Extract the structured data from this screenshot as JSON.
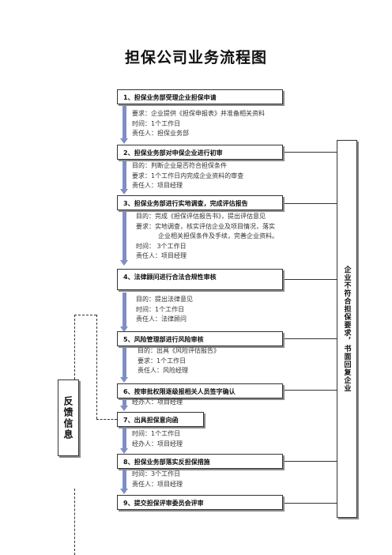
{
  "title": "担保公司业务流程图",
  "steps": [
    {
      "label": "1、担保业务部受理企业担保申请",
      "details": [
        "要求：企业提供《担保申报表》并准备相关资料",
        "时间：1个工作日",
        "责任人：担保业务部"
      ]
    },
    {
      "label": "2、担保业务部对申保企业进行初审",
      "details": [
        "目的：判断企业是否符合担保条件",
        "要求：1个工作日内完成企业资料的审查",
        "责任人：项目经理"
      ]
    },
    {
      "label": "3、担保业务部进行实地调查，完成评估报告",
      "details": [
        "目的：完成《担保评估报告书》，提出评估意见",
        "要求：实地调查，核实评估企业及项目情况，落实",
        "企业相关担保条件及手续，完善企业资料。",
        "时间：  3个工作日",
        "责任人：项目经理"
      ]
    },
    {
      "label": "4、法律顾问进行合法合规性审核",
      "details": [
        "目的：提出法律意见",
        "时间：1个工作日",
        "责任人：法律顾问"
      ]
    },
    {
      "label": "5、风险管理部进行风险审核",
      "details": [
        "目的：出具《风险评估报告》",
        "要求：1个工作日",
        "责任人：风险经理"
      ]
    },
    {
      "label": "6、按审批权限逐级报相关人员签字确认",
      "details": [
        "经办人：项目经理"
      ]
    },
    {
      "label": "7、出具担保意向函",
      "details": [
        "时间：1个工作日",
        "经办人：项目经理"
      ]
    },
    {
      "label": "8、担保业务部落实反担保措施",
      "details": [
        "时间：3个工作日",
        "责任人：项目经理"
      ]
    },
    {
      "label": "9、提交担保评审委员会评审",
      "details": []
    }
  ],
  "right_box": "企业不符合担保要求，书面回复企业",
  "left_box": "反馈信息"
}
